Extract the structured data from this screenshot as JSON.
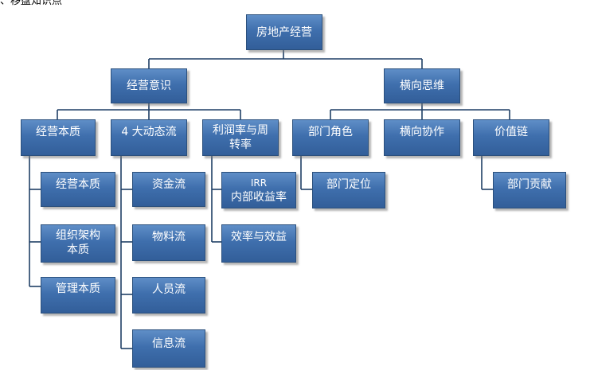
{
  "header_fragment": "、移盘知识点",
  "root": "房地产经营",
  "level1": {
    "left": "经营意识",
    "right": "横向思维"
  },
  "level2": {
    "essence": "经营本质",
    "flows": "4 大动态流",
    "profit_line1": "利润率与周",
    "profit_line2": "转率",
    "dept_role": "部门角色",
    "cross_collab": "横向协作",
    "value_chain": "价值链"
  },
  "essence_children": {
    "c1": "经营本质",
    "c2_line1": "组织架构",
    "c2_line2": "本质",
    "c3": "管理本质"
  },
  "flows_children": {
    "c1": "资金流",
    "c2": "物料流",
    "c3": "人员流",
    "c4": "信息流"
  },
  "profit_children": {
    "irr_line1": "IRR",
    "irr_line2": "内部收益率",
    "efficiency": "效率与效益"
  },
  "dept_role_children": {
    "c1": "部门定位"
  },
  "value_chain_children": {
    "c1": "部门贡献"
  },
  "colors": {
    "box_fill": "#3f6fad",
    "box_border": "#2a4f7c",
    "connector": "#1f3f66"
  }
}
